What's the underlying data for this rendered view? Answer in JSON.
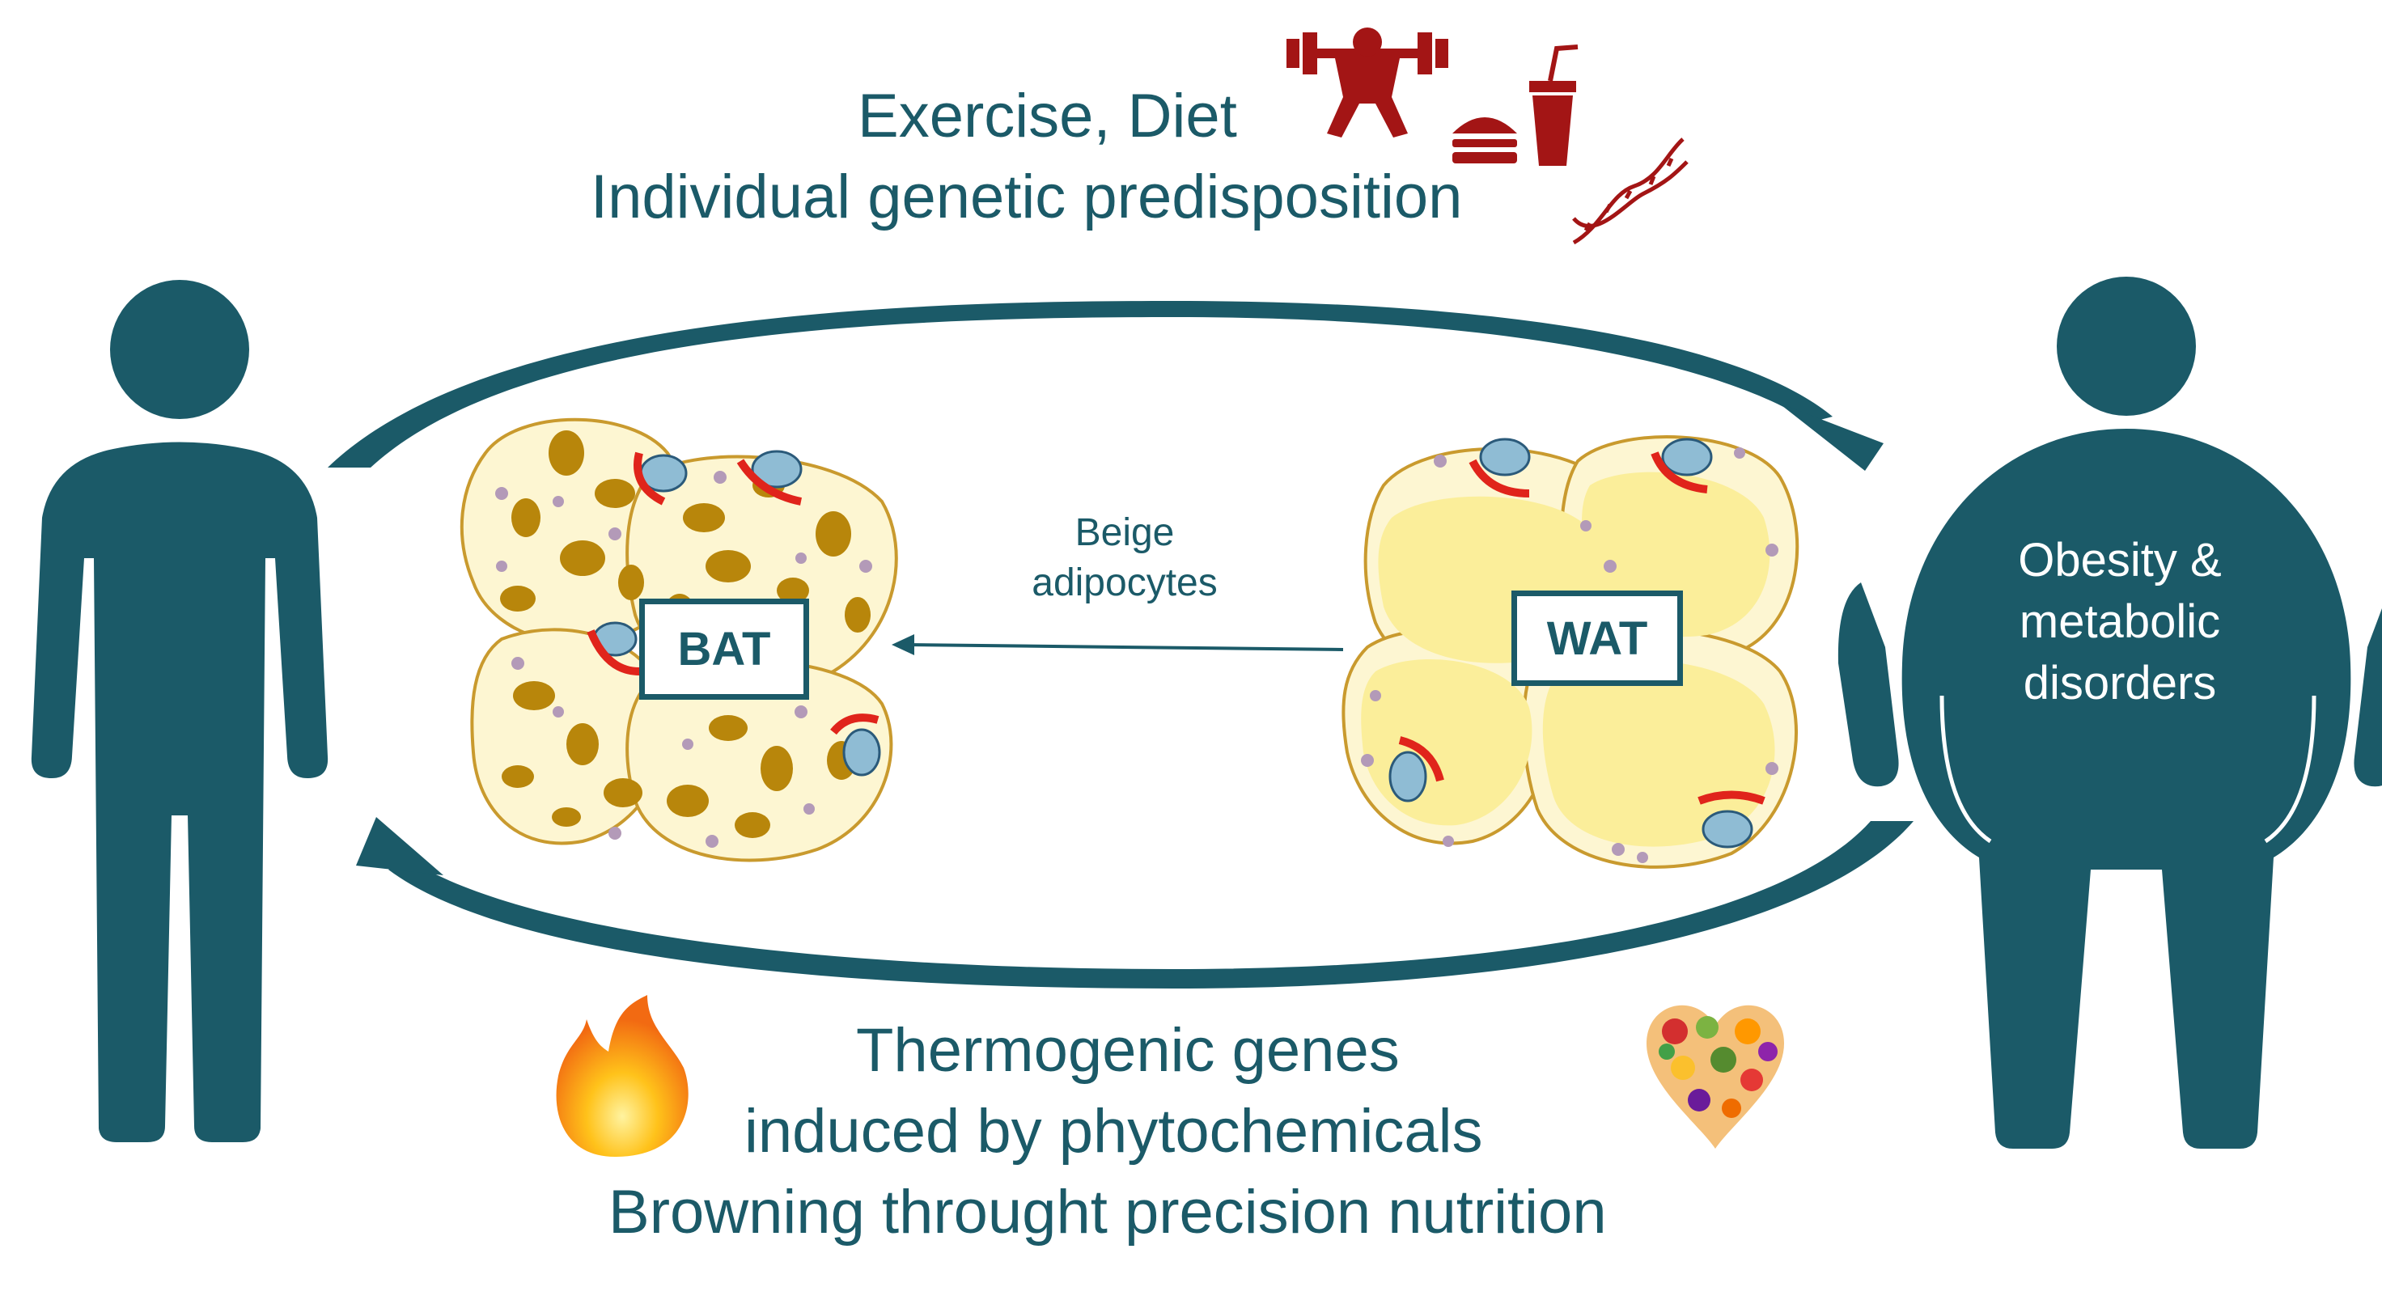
{
  "top_text": {
    "line1": "Exercise, Diet",
    "line2": "Individual genetic predisposition"
  },
  "bottom_text": {
    "line1": "Thermogenic genes",
    "line2": "induced by phytochemicals",
    "line3": "Browning throught precision nutrition"
  },
  "center": {
    "bat_label": "BAT",
    "wat_label": "WAT",
    "beige_label": "Beige adipocytes"
  },
  "right_person": {
    "label": "Obesity & metabolic disorders"
  },
  "icons": [
    "weightlifter-icon",
    "burger-icon",
    "soda-cup-icon",
    "dna-icon",
    "fire-icon",
    "fruit-heart-icon",
    "lean-person-icon",
    "obese-person-icon"
  ],
  "colors": {
    "teal": "#1b5a68",
    "dark_red": "#a31515",
    "bat_droplet": "#b8860b",
    "cell_fill": "#fdf6d2",
    "wat_droplet": "#fbee9a"
  }
}
